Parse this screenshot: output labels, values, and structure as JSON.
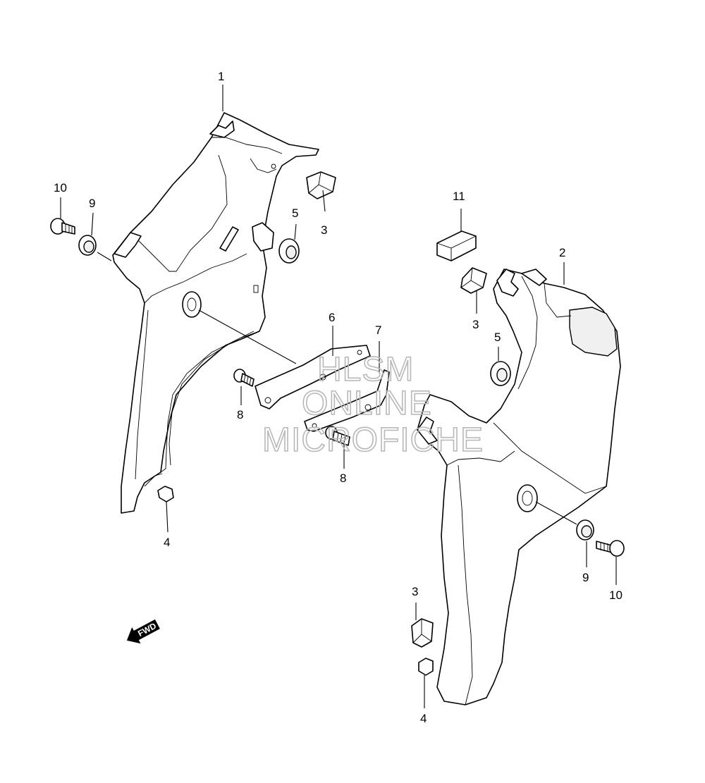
{
  "diagram": {
    "watermark": [
      "HLSM",
      "ONLINE",
      "MICROFICHE"
    ],
    "direction_label": "FWD",
    "callouts": {
      "c1": "1",
      "c2": "2",
      "c3a": "3",
      "c3b": "3",
      "c3c": "3",
      "c4a": "4",
      "c4b": "4",
      "c5a": "5",
      "c5b": "5",
      "c6": "6",
      "c7": "7",
      "c8a": "8",
      "c8b": "8",
      "c9a": "9",
      "c9b": "9",
      "c10a": "10",
      "c10b": "10",
      "c11": "11"
    }
  }
}
